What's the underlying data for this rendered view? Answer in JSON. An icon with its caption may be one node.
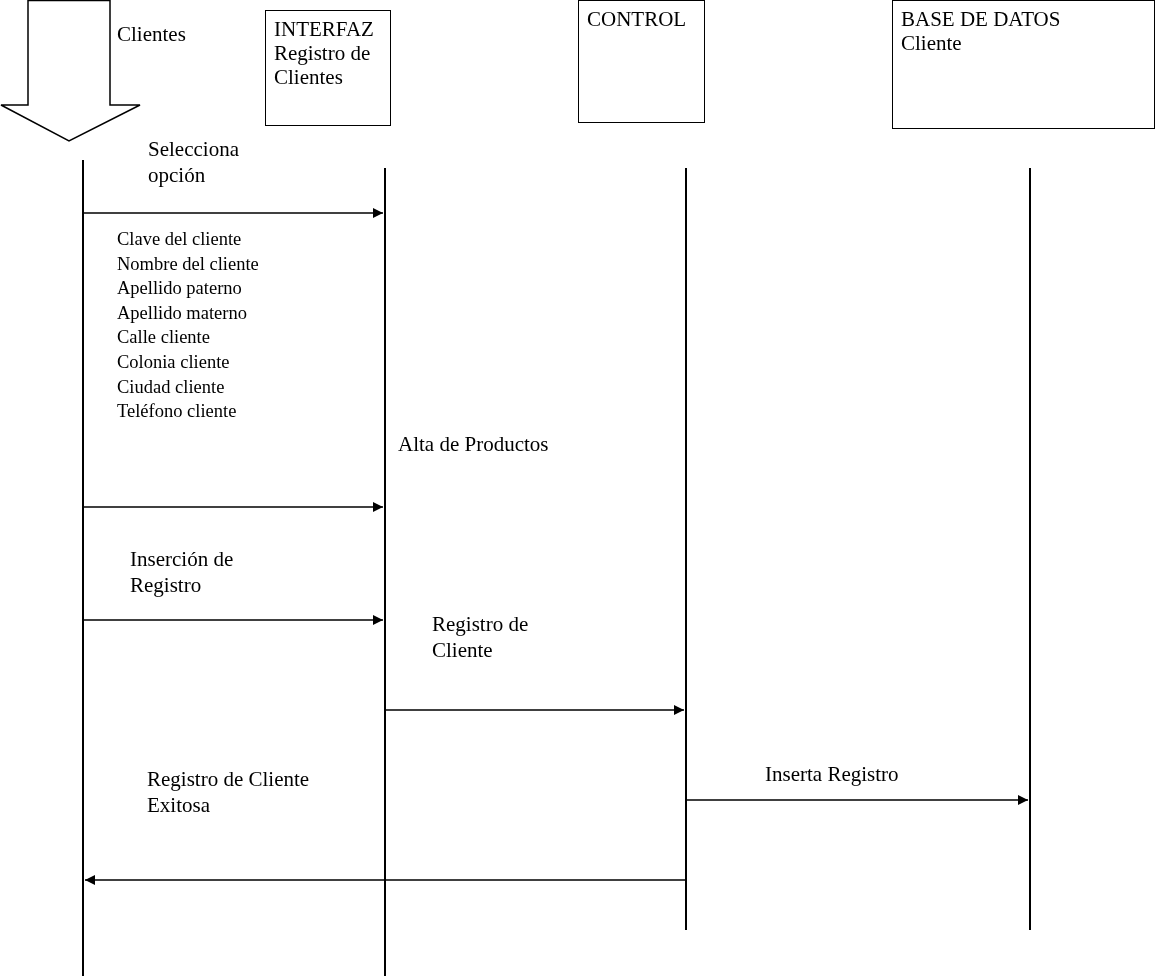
{
  "diagram": {
    "nodes": [
      {
        "text": [
          "Clientes"
        ]
      },
      {
        "text": [
          "INTERFAZ",
          "Registro de Clientes"
        ]
      },
      {
        "text": [
          "CONTROL"
        ]
      },
      {
        "text": [
          "BASE DE DATOS",
          "Cliente"
        ]
      },
      {
        "text": [],
        "shape": "bar"
      },
      {
        "text": [],
        "shape": "bar"
      },
      {
        "text": [],
        "shape": "bar"
      },
      {
        "text": [],
        "shape": "bar"
      }
    ],
    "edges": [
      {
        "from": 4,
        "to": 5,
        "arrow": "to",
        "label": "Selecciona opción"
      },
      {
        "from": 4,
        "to": 5,
        "arrow": "to"
      },
      {
        "from": 4,
        "to": 5,
        "arrow": "to",
        "label": "Inserción de Registro"
      },
      {
        "from": 5,
        "to": 6,
        "arrow": "to",
        "label": "Registro de Cliente"
      },
      {
        "from": 6,
        "to": 7,
        "arrow": "to",
        "label": "Inserta Registro"
      },
      {
        "from": 6,
        "to": 4,
        "arrow": "to",
        "label": "Registro de Cliente Exitosa"
      }
    ],
    "labels": [
      "Clave del cliente",
      "Nombre del cliente",
      "Apellido paterno",
      "Apellido materno",
      "Calle cliente",
      "Colonia cliente",
      "Ciudad cliente",
      "Teléfono cliente",
      "Alta de Productos"
    ]
  }
}
